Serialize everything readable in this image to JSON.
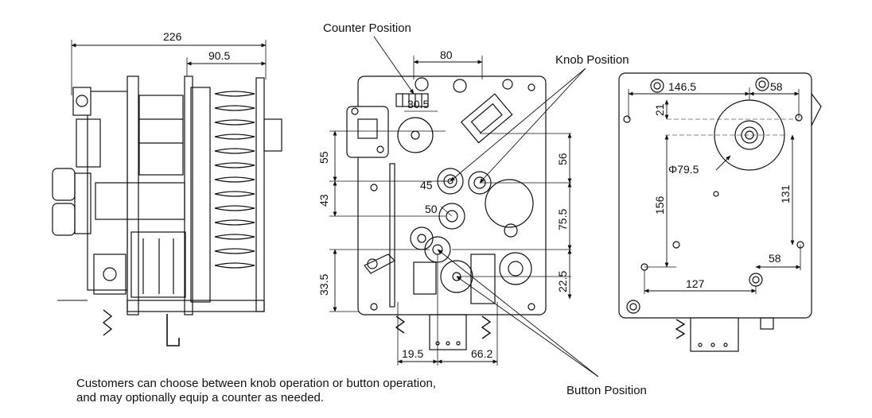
{
  "callouts": {
    "counter_position": "Counter Position",
    "knob_position": "Knob Position",
    "button_position": "Button Position"
  },
  "side_view": {
    "dims": {
      "overall_width": "226",
      "right_part": "90.5"
    }
  },
  "front_view": {
    "dims": {
      "top_span": "80",
      "counter_offset": "30.5",
      "left_upper": "55",
      "left_middle": "43",
      "left_lower": "33.5",
      "right_upper": "56",
      "right_middle": "75.5",
      "right_lower": "22.5",
      "inner_45": "45",
      "inner_50": "50",
      "bottom_left": "19.5",
      "bottom_right": "66.2"
    }
  },
  "back_view": {
    "dims": {
      "top_width": "146.5",
      "top_right": "58",
      "top_offset": "21",
      "diameter": "Φ79.5",
      "left_height": "156",
      "right_height": "131",
      "lower_right": "58",
      "bottom_width": "127"
    }
  },
  "caption": {
    "line1": "Customers can choose between knob operation or button operation,",
    "line2": "and may optionally equip a counter as needed."
  }
}
